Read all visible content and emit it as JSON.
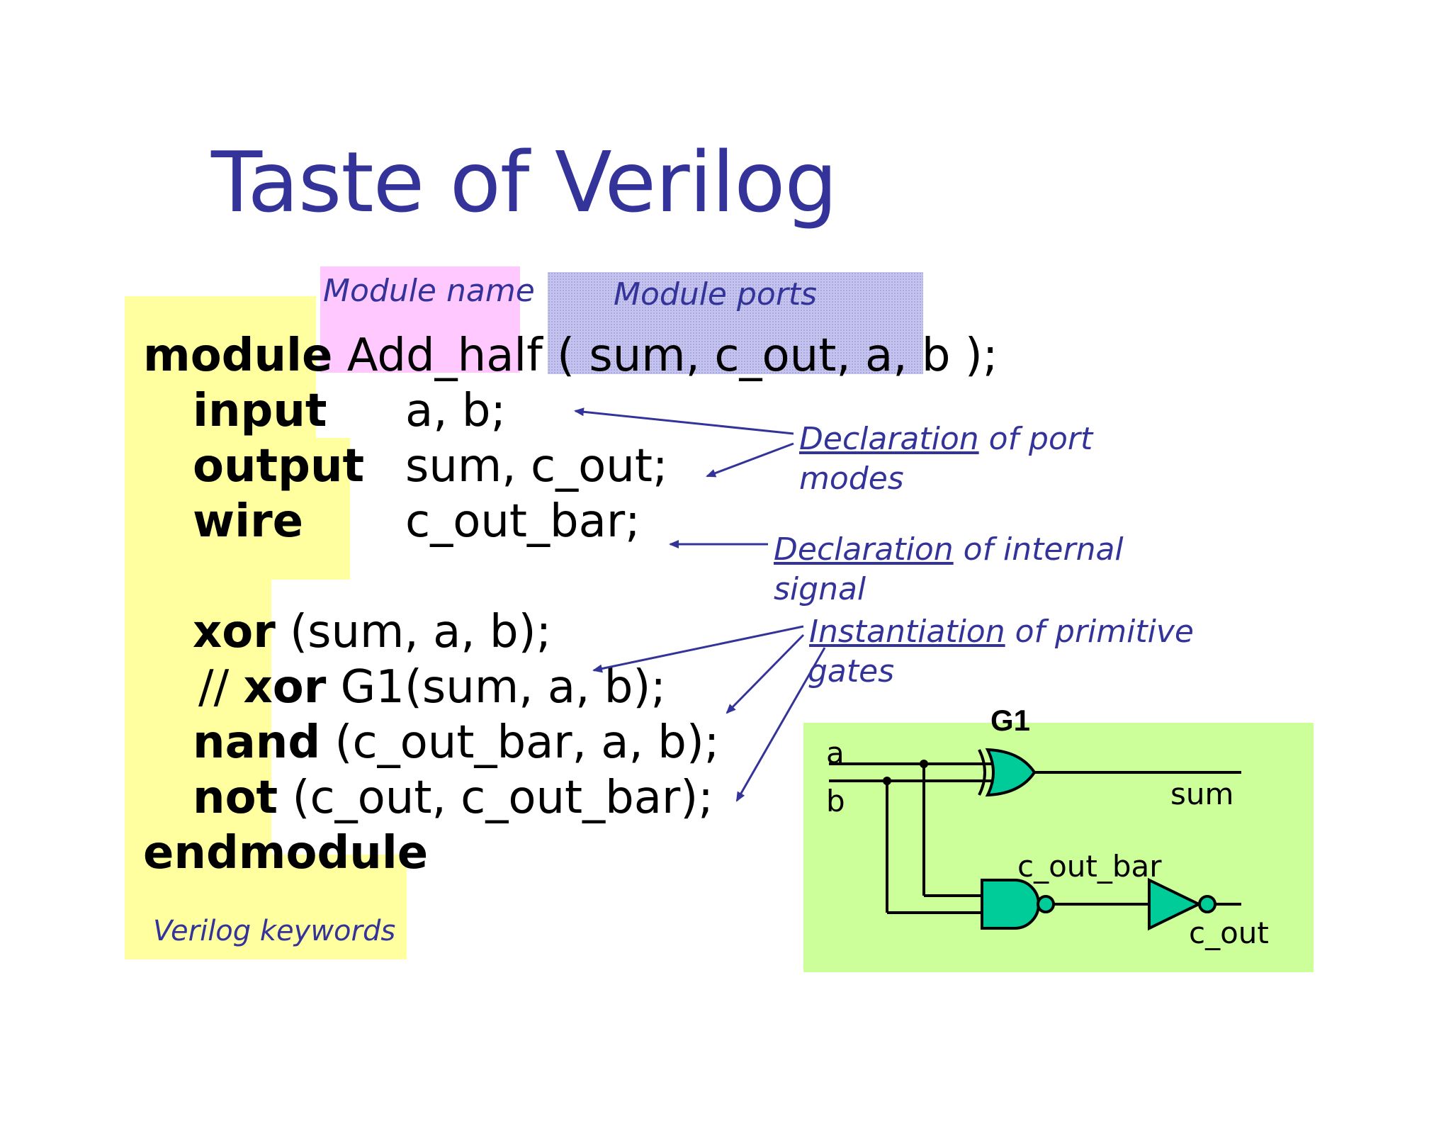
{
  "slide": {
    "title": "Taste of Verilog",
    "annotations": {
      "module_name": "Module name",
      "module_ports": "Module ports",
      "verilog_keywords": "Verilog keywords",
      "decl_port_modes_1": "Declaration",
      "decl_port_modes_2": " of port",
      "decl_port_modes_3": "modes",
      "decl_internal_1": "Declaration",
      "decl_internal_2": " of internal",
      "decl_internal_3": "signal",
      "inst_gates_1": "Instantiation",
      "inst_gates_2": " of primitive",
      "inst_gates_3": "gates"
    },
    "code": {
      "l1_kw": "module",
      "l1_name": "Add_half",
      "l1_paren": "(",
      "l1_ports": "sum, c_out, a, b );",
      "l2_kw": "input",
      "l2_rest": "a, b;",
      "l3_kw": "output",
      "l3_rest": "sum, c_out;",
      "l4_kw": "wire",
      "l4_rest": "c_out_bar;",
      "l5_kw": "xor",
      "l5_rest": "(sum, a, b);",
      "l6_pre": "//",
      "l6_kw": "xor",
      "l6_rest": "G1(sum, a, b);",
      "l7_kw": "nand",
      "l7_rest": "(c_out_bar, a, b);",
      "l8_kw": "not",
      "l8_rest": "(c_out, c_out_bar);",
      "l9_kw": "endmodule"
    },
    "circuit": {
      "gate_name": "G1",
      "input_a": "a",
      "input_b": "b",
      "output_sum": "sum",
      "wire_label": "c_out_bar",
      "output_cout": "c_out"
    },
    "colors": {
      "title": "#333399",
      "keyword_highlight": "#ffffa0",
      "module_name_highlight": "#ffc8ff",
      "module_ports_highlight": "#c4c4ee",
      "circuit_background": "#ccff99",
      "gate_fill": "#00cc99"
    }
  }
}
